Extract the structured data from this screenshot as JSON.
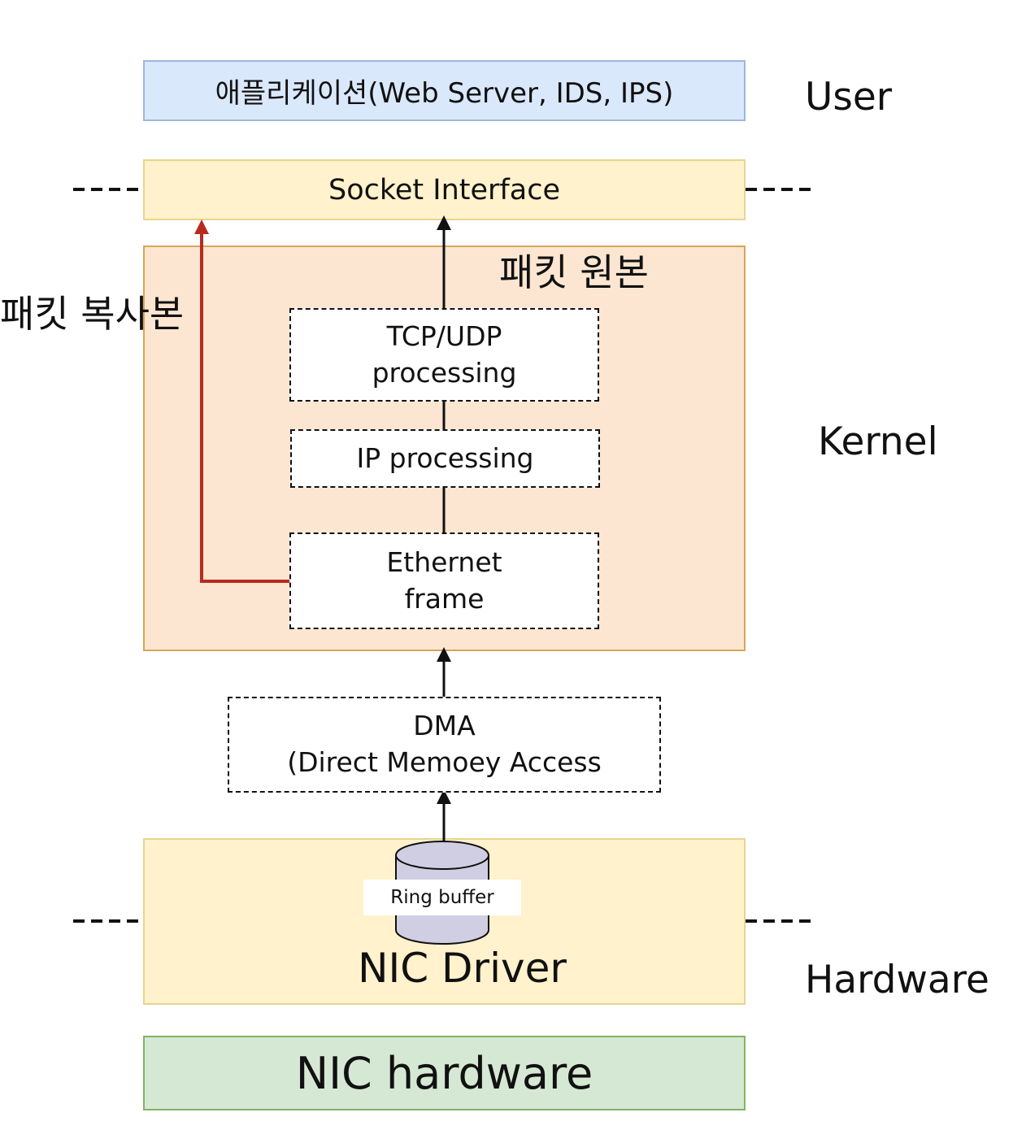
{
  "layers": {
    "user": "User",
    "kernel": "Kernel",
    "hardware": "Hardware"
  },
  "boxes": {
    "application": "애플리케이션(Web Server, IDS, IPS)",
    "socket_interface": "Socket Interface",
    "tcp_udp": [
      "TCP/UDP",
      "processing"
    ],
    "ip": "IP processing",
    "ethernet": [
      "Ethernet",
      "frame"
    ],
    "dma": [
      "DMA",
      "(Direct Memoey Access"
    ],
    "ring_buffer": "Ring buffer",
    "nic_driver": "NIC Driver",
    "nic_hardware": "NIC hardware"
  },
  "annotations": {
    "packet_original": "패킷 원본",
    "packet_copy": "패킷 복사본"
  },
  "colors": {
    "application_fill": "#dae8fc",
    "socket_fill": "#fff2cc",
    "kernel_fill": "#fce6d1",
    "driver_fill": "#fff2cc",
    "hardware_fill": "#d5e8d4",
    "ring_buffer_fill": "#d0cee2",
    "copy_path": "#b82a1f"
  }
}
